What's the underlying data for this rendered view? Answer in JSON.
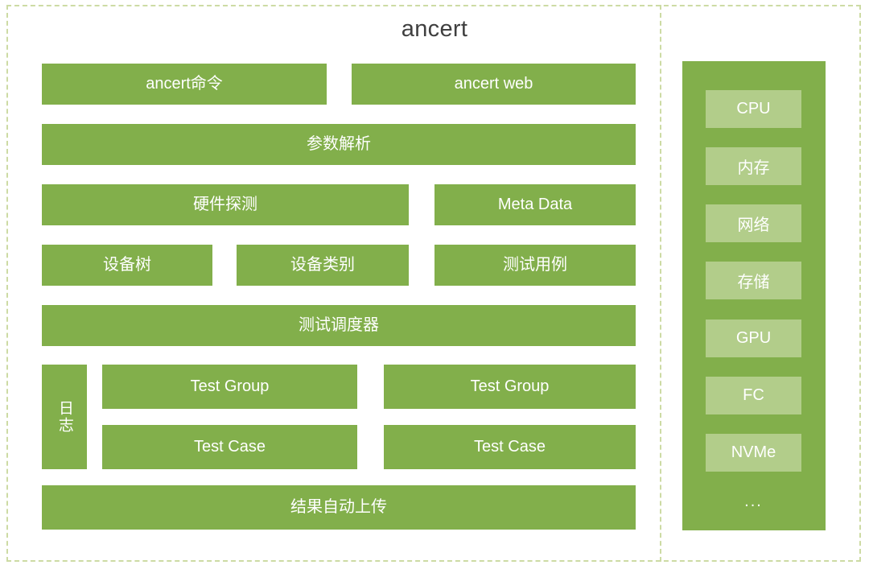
{
  "diagram": {
    "title": "ancert",
    "colors": {
      "block": "#82af4b",
      "block_light": "#b2cd8a",
      "frame_dashed": "#cddba4",
      "title_text": "#3f3f3f",
      "block_text": "#ffffff",
      "background": "#ffffff"
    }
  },
  "main": {
    "rows": [
      {
        "row": 1,
        "blocks": [
          {
            "label": "ancert命令"
          },
          {
            "label": "ancert web"
          }
        ]
      },
      {
        "row": 2,
        "blocks": [
          {
            "label": "参数解析"
          }
        ]
      },
      {
        "row": 3,
        "blocks": [
          {
            "label": "硬件探测"
          },
          {
            "label": "Meta Data"
          }
        ]
      },
      {
        "row": 4,
        "blocks": [
          {
            "label": "设备树"
          },
          {
            "label": "设备类别"
          },
          {
            "label": "测试用例"
          }
        ]
      },
      {
        "row": 5,
        "blocks": [
          {
            "label": "测试调度器"
          }
        ]
      },
      {
        "row": 6,
        "blocks": [
          {
            "label": "日志"
          },
          {
            "label": "Test Group"
          },
          {
            "label": "Test Group"
          },
          {
            "label": "Test Case"
          },
          {
            "label": "Test Case"
          }
        ]
      },
      {
        "row": 7,
        "blocks": [
          {
            "label": "结果自动上传"
          }
        ]
      }
    ],
    "labels": {
      "ancert_command": "ancert命令",
      "ancert_web": "ancert web",
      "param_parse": "参数解析",
      "hardware_detect": "硬件探测",
      "meta_data": "Meta Data",
      "device_tree": "设备树",
      "device_category": "设备类别",
      "test_case_item": "测试用例",
      "test_scheduler": "测试调度器",
      "log": "日志",
      "test_group_left": "Test Group",
      "test_group_right": "Test Group",
      "test_case_left": "Test Case",
      "test_case_right": "Test Case",
      "result_auto_upload": "结果自动上传"
    }
  },
  "resources": {
    "items": [
      {
        "label": "CPU"
      },
      {
        "label": "内存"
      },
      {
        "label": "网络"
      },
      {
        "label": "存储"
      },
      {
        "label": "GPU"
      },
      {
        "label": "FC"
      },
      {
        "label": "NVMe"
      }
    ],
    "ellipsis": "..."
  }
}
